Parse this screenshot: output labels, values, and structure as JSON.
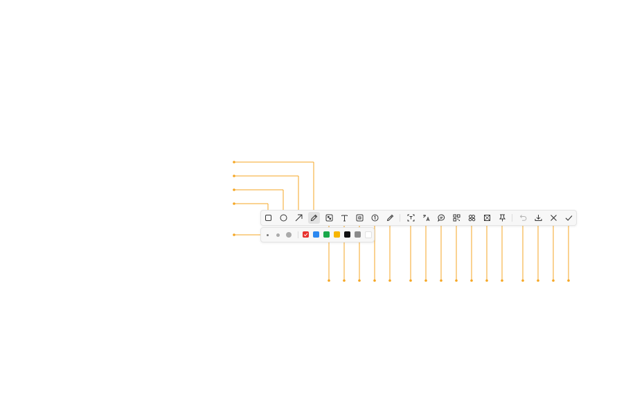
{
  "colors": {
    "accent": "#f5a623",
    "icon": "#333333",
    "toolbar_bg": "#f7f7f7",
    "toolbar_border": "#e4e4e4"
  },
  "toolbar": {
    "tools": [
      {
        "name": "rectangle-tool",
        "icon": "rectangle-icon"
      },
      {
        "name": "ellipse-tool",
        "icon": "circle-icon"
      },
      {
        "name": "arrow-tool",
        "icon": "arrow-icon"
      },
      {
        "name": "pen-tool",
        "icon": "pen-icon",
        "active": true
      },
      {
        "name": "mosaic-tool",
        "icon": "mosaic-icon"
      },
      {
        "name": "text-tool",
        "icon": "text-icon"
      },
      {
        "name": "blur-tool",
        "icon": "blur-icon"
      },
      {
        "name": "number-tool",
        "icon": "number-icon"
      },
      {
        "name": "color-picker-tool",
        "icon": "eyedropper-icon"
      },
      {
        "name": "ocr-tool",
        "icon": "ocr-icon"
      },
      {
        "name": "translate-tool",
        "icon": "translate-icon"
      },
      {
        "name": "comment-tool",
        "icon": "comment-icon"
      },
      {
        "name": "qr-code-tool",
        "icon": "qr-code-icon"
      },
      {
        "name": "link-tool",
        "icon": "link-icon"
      },
      {
        "name": "crop-tool",
        "icon": "crop-icon"
      },
      {
        "name": "pin-tool",
        "icon": "pin-icon"
      },
      {
        "name": "undo-button",
        "icon": "undo-icon",
        "disabled": true
      },
      {
        "name": "download-button",
        "icon": "download-icon"
      },
      {
        "name": "close-button",
        "icon": "close-icon"
      },
      {
        "name": "confirm-button",
        "icon": "check-icon"
      }
    ]
  },
  "palette": {
    "sizes": [
      "small",
      "medium",
      "large"
    ],
    "selected_size": "small",
    "swatches": [
      {
        "name": "red",
        "color": "#e8322e",
        "selected": true
      },
      {
        "name": "blue",
        "color": "#2b88f0"
      },
      {
        "name": "green",
        "color": "#1aa84a"
      },
      {
        "name": "yellow",
        "color": "#f7b500"
      },
      {
        "name": "black",
        "color": "#111111"
      },
      {
        "name": "gray",
        "color": "#8a8a8a"
      },
      {
        "name": "white",
        "color": "#ffffff"
      }
    ]
  }
}
